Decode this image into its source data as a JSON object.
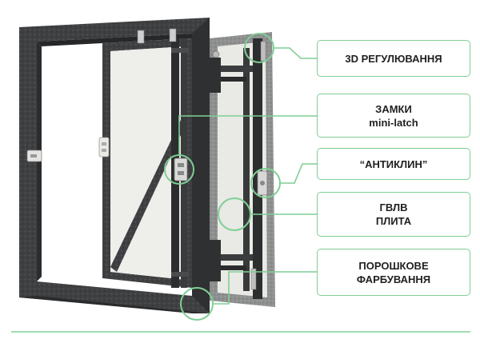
{
  "labels": {
    "adjustment": [
      "3D РЕГУЛЮВАННЯ"
    ],
    "locks": [
      "ЗАМКИ",
      "mini-latch"
    ],
    "anti_wedge": [
      "“АНТИКЛИН”"
    ],
    "gypsum_board": [
      "ГВЛВ",
      "ПЛИТА"
    ],
    "powder_coating": [
      "ПОРОШКОВЕ",
      "ФАРБУВАННЯ"
    ]
  },
  "colors": {
    "accent": "#7fcf95",
    "frame": "#3b3c3d",
    "panel": "#efefec"
  }
}
